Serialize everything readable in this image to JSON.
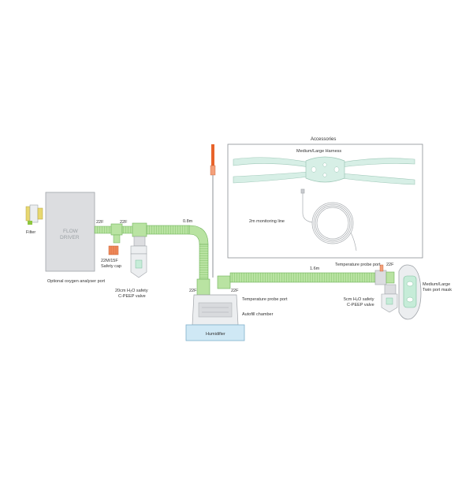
{
  "colors": {
    "tube": "#b9e3a2",
    "tube_edge": "#6fb15a",
    "tube_rib": "#86c66e",
    "device": "#dcdde0",
    "device_edge": "#9fa3a8",
    "humidifier_water": "#cfe8f5",
    "humidifier_edge": "#7fb0cc",
    "accessory": "#d7efe6",
    "accessory_edge": "#9fc8b8",
    "safety_cap": "#f08a5a",
    "probe_orange": "#e8632a",
    "filter_green": "#8ec63f"
  },
  "labels": {
    "filter": "Filter",
    "flow_driver_line1": "FLOW",
    "flow_driver_line2": "DRIVER",
    "optional_oxygen": "Optional oxygen analyser port",
    "port_22f_a": "22F",
    "port_22f_b": "22F",
    "safety_cap_line1": "22M/15F",
    "safety_cap_line2": "Safety cap",
    "valve_20cm_line1": "20cm H₂O safety",
    "valve_20cm_line2": "C-PEEP valve",
    "length_08": "0.8m",
    "port_22f_c": "22F",
    "port_22f_d": "22F",
    "temp_probe_port_1": "Temperature probe port",
    "autofill_chamber": "Autofill chamber",
    "humidifier": "Humidifier",
    "length_16": "1.6m",
    "temp_probe_port_2": "Temperature probe port",
    "port_22f_e": "22F",
    "mask_line1": "Medium/Large",
    "mask_line2": "Twin port mask",
    "valve_5cm_line1": "5cm H₂O safety",
    "valve_5cm_line2": "C-PEEP valve"
  },
  "accessories": {
    "title": "Accessories",
    "harness": "Medium/Large Harness",
    "monitoring_line": "2m monitoring line"
  }
}
